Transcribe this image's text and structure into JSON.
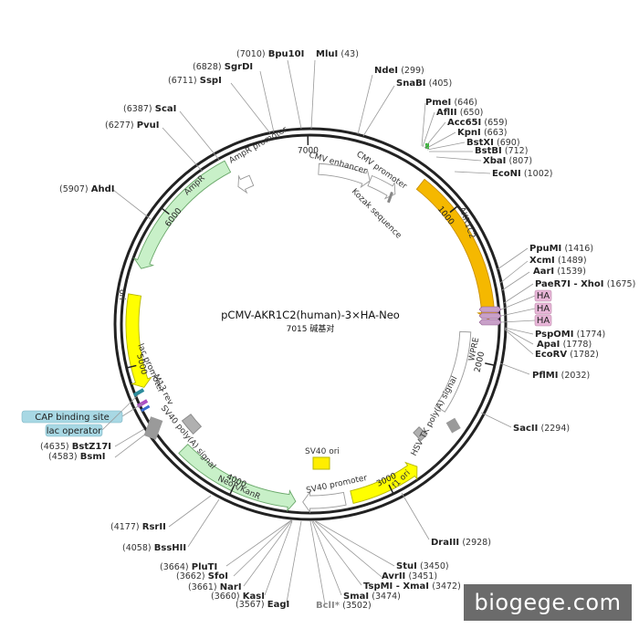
{
  "plasmid": {
    "name": "pCMV-AKR1C2(human)-3×HA-Neo",
    "size_text": "7015 碱基对",
    "length_bp": 7015
  },
  "ticks": [
    {
      "pos": 1000,
      "label": "1000"
    },
    {
      "pos": 2000,
      "label": "2000"
    },
    {
      "pos": 3000,
      "label": "3000"
    },
    {
      "pos": 4000,
      "label": "4000"
    },
    {
      "pos": 5000,
      "label": "5000"
    },
    {
      "pos": 6000,
      "label": "6000"
    },
    {
      "pos": 7000,
      "label": "7000"
    }
  ],
  "features": [
    {
      "name": "CMV enhancer",
      "start": 60,
      "end": 440,
      "ring": "inner",
      "color": "#ffffff",
      "stroke": "#9a9a9a",
      "dir": 1
    },
    {
      "name": "CMV promoter",
      "start": 440,
      "end": 645,
      "ring": "inner",
      "color": "#ffffff",
      "stroke": "#9a9a9a",
      "dir": 1
    },
    {
      "name": "AKR1C2",
      "start": 745,
      "end": 1725,
      "ring": "main",
      "color": "#f5b800",
      "stroke": "#c98f00",
      "dir": 1
    },
    {
      "name": "WPRE",
      "start": 1810,
      "end": 2400,
      "ring": "inner",
      "color": "#ffffff",
      "stroke": "#9a9a9a",
      "dir": 0
    },
    {
      "name": "HSV TK poly(A) signal",
      "start": 2600,
      "end": 2660,
      "ring": "inner",
      "color": "#b0b0b0",
      "stroke": "#888888",
      "dir": 0
    },
    {
      "name": "f1 ori",
      "start": 2790,
      "end": 3245,
      "ring": "main",
      "color": "#ffff00",
      "stroke": "#b5b500",
      "dir": -1
    },
    {
      "name": "SV40 promoter",
      "start": 3290,
      "end": 3555,
      "ring": "main",
      "color": "#ffffff",
      "stroke": "#9a9a9a",
      "dir": 1
    },
    {
      "name": "NeoR/KanR",
      "start": 3600,
      "end": 4395,
      "ring": "main",
      "color": "#c8f0c8",
      "stroke": "#6aa86a",
      "dir": -1
    },
    {
      "name": "SV40 poly(A) signal",
      "start": 4420,
      "end": 4540,
      "ring": "inner",
      "color": "#b0b0b0",
      "stroke": "#888888",
      "dir": 0
    },
    {
      "name": "lac operator",
      "start": 4595,
      "end": 4615,
      "ring": "main",
      "color": "#ffffff",
      "stroke": "#ffffff",
      "dir": 0
    },
    {
      "name": "lac promoter",
      "start": 4620,
      "end": 4650,
      "ring": "inner",
      "color": "#ffffff",
      "stroke": "#ffffff",
      "dir": 0
    },
    {
      "name": "M13 rev",
      "start": 4650,
      "end": 4670,
      "ring": "inner",
      "color": "#ffffff",
      "stroke": "#ffffff",
      "dir": 0
    },
    {
      "name": "CAP binding site",
      "start": 4660,
      "end": 4680,
      "ring": "main",
      "color": "#ffffff",
      "stroke": "#ffffff",
      "dir": 0
    },
    {
      "name": "ori",
      "start": 4855,
      "end": 5445,
      "ring": "main",
      "color": "#ffff00",
      "stroke": "#b5b500",
      "dir": -1
    },
    {
      "name": "AmpR",
      "start": 5615,
      "end": 6475,
      "ring": "main",
      "color": "#c8f0c8",
      "stroke": "#6aa86a",
      "dir": -1
    },
    {
      "name": "AmpR promoter",
      "start": 6475,
      "end": 6580,
      "ring": "inner",
      "color": "#ffffff",
      "stroke": "#9a9a9a",
      "dir": -1
    }
  ],
  "feature_texts": {
    "cmv_enhancer": "CMV enhancer",
    "cmv_promoter": "CMV promoter",
    "kozak": "Kozak sequence",
    "akr1c2": "AKR1C2",
    "wpre": "WPRE",
    "hsv": "HSV TK poly(A) signal",
    "f1ori": "f1 ori",
    "sv40prom": "SV40 promoter",
    "sv40ori": "SV40 ori",
    "neor": "NeoR/KanR",
    "sv40pa": "SV40 poly(A) signal",
    "lacprom": "lac promoter",
    "m13": "M13 rev",
    "ori": "ori",
    "ampr": "AmpR",
    "ampr_prom": "AmpR promoter"
  },
  "boxed_labels": [
    {
      "text": "CAP binding site"
    },
    {
      "text": "lac operator"
    }
  ],
  "ha_tags": [
    "HA",
    "HA",
    "HA"
  ],
  "sites": [
    {
      "name": "Bpu10I",
      "pos": "(7010)"
    },
    {
      "name": "MluI",
      "pos": "(43)"
    },
    {
      "name": "SgrDI",
      "pos": "(6828)"
    },
    {
      "name": "SspI",
      "pos": "(6711)"
    },
    {
      "name": "NdeI",
      "pos": "(299)"
    },
    {
      "name": "SnaBI",
      "pos": "(405)"
    },
    {
      "name": "PmeI",
      "pos": "(646)"
    },
    {
      "name": "AflII",
      "pos": "(650)"
    },
    {
      "name": "Acc65I",
      "pos": "(659)"
    },
    {
      "name": "KpnI",
      "pos": "(663)"
    },
    {
      "name": "BstXI",
      "pos": "(690)"
    },
    {
      "name": "BstBI",
      "pos": "(712)"
    },
    {
      "name": "XbaI",
      "pos": "(807)"
    },
    {
      "name": "EcoNI",
      "pos": "(1002)"
    },
    {
      "name": "ScaI",
      "pos": "(6387)"
    },
    {
      "name": "PvuI",
      "pos": "(6277)"
    },
    {
      "name": "AhdI",
      "pos": "(5907)"
    },
    {
      "name": "PpuMI",
      "pos": "(1416)"
    },
    {
      "name": "XcmI",
      "pos": "(1489)"
    },
    {
      "name": "AarI",
      "pos": "(1539)"
    },
    {
      "name": "PaeR7I - XhoI",
      "pos": "(1675)"
    },
    {
      "name": "PspOMI",
      "pos": "(1774)"
    },
    {
      "name": "ApaI",
      "pos": "(1778)"
    },
    {
      "name": "EcoRV",
      "pos": "(1782)"
    },
    {
      "name": "PflMI",
      "pos": "(2032)"
    },
    {
      "name": "SacII",
      "pos": "(2294)"
    },
    {
      "name": "BstZ17I",
      "pos": "(4635)"
    },
    {
      "name": "BsmI",
      "pos": "(4583)"
    },
    {
      "name": "DraIII",
      "pos": "(2928)"
    },
    {
      "name": "RsrII",
      "pos": "(4177)"
    },
    {
      "name": "BssHII",
      "pos": "(4058)"
    },
    {
      "name": "StuI",
      "pos": "(3450)"
    },
    {
      "name": "AvrII",
      "pos": "(3451)"
    },
    {
      "name": "TspMI - XmaI",
      "pos": "(3472)"
    },
    {
      "name": "SmaI",
      "pos": "(3474)"
    },
    {
      "name": "BclI*",
      "pos": "(3502)"
    },
    {
      "name": "PluTI",
      "pos": "(3664)"
    },
    {
      "name": "SfoI",
      "pos": "(3662)"
    },
    {
      "name": "NarI",
      "pos": "(3661)"
    },
    {
      "name": "KasI",
      "pos": "(3660)"
    },
    {
      "name": "EagI",
      "pos": "(3567)"
    }
  ],
  "watermark": "biogege.com"
}
